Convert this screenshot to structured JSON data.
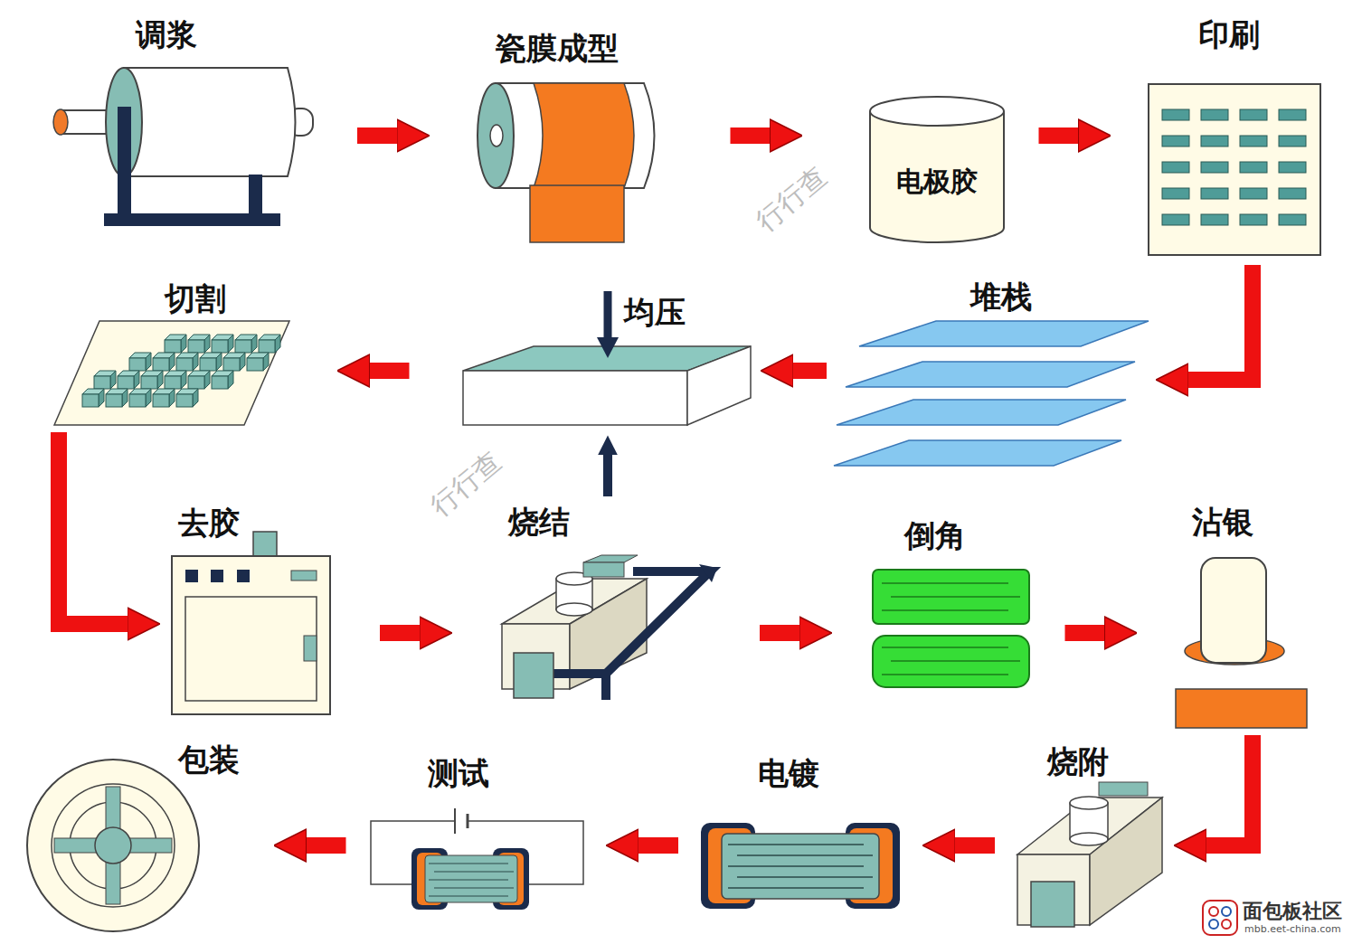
{
  "diagram": {
    "nodes": [
      {
        "text": [
          "调浆"
        ]
      },
      {
        "text": [
          "瓷膜成型"
        ]
      },
      {
        "text": [
          "电极胶"
        ]
      },
      {
        "text": [
          "印刷"
        ]
      },
      {
        "text": [
          "堆栈"
        ]
      },
      {
        "text": [
          "均压"
        ]
      },
      {
        "text": [
          "切割"
        ]
      },
      {
        "text": [
          "去胶"
        ]
      },
      {
        "text": [
          "烧结"
        ]
      },
      {
        "text": [
          "倒角"
        ]
      },
      {
        "text": [
          "沾银"
        ]
      },
      {
        "text": [
          "烧附"
        ]
      },
      {
        "text": [
          "电镀"
        ]
      },
      {
        "text": [
          "测试"
        ]
      },
      {
        "text": [
          "包装"
        ]
      }
    ],
    "edges": [
      {
        "from": 0,
        "to": 1,
        "arrow": "to"
      },
      {
        "from": 1,
        "to": 2,
        "arrow": "to"
      },
      {
        "from": 2,
        "to": 3,
        "arrow": "to"
      },
      {
        "from": 3,
        "to": 4,
        "arrow": "to"
      },
      {
        "from": 4,
        "to": 5,
        "arrow": "to"
      },
      {
        "from": 5,
        "to": 6,
        "arrow": "to"
      },
      {
        "from": 6,
        "to": 7,
        "arrow": "to"
      },
      {
        "from": 7,
        "to": 8,
        "arrow": "to"
      },
      {
        "from": 8,
        "to": 9,
        "arrow": "to"
      },
      {
        "from": 9,
        "to": 10,
        "arrow": "to"
      },
      {
        "from": 10,
        "to": 11,
        "arrow": "to"
      },
      {
        "from": 11,
        "to": 12,
        "arrow": "to"
      },
      {
        "from": 12,
        "to": 13,
        "arrow": "to"
      },
      {
        "from": 13,
        "to": 14,
        "arrow": "to"
      },
      {
        "from": 8,
        "to": 5,
        "arrow": "to"
      }
    ],
    "labels": [
      "行行查",
      "行行查",
      "面包板社区",
      "mbb.eet-china.com"
    ]
  }
}
